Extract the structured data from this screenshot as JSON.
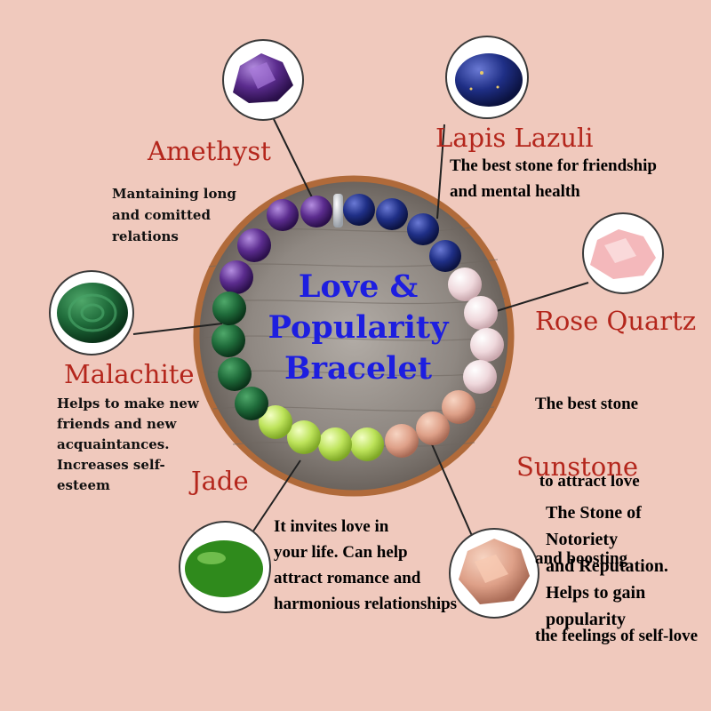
{
  "title": {
    "lines": [
      "Love &",
      "Popularity",
      "Bracelet"
    ]
  },
  "stones": {
    "amethyst": {
      "name": "Amethyst",
      "lines": [
        "Mantaining long",
        "and comitted",
        "relations"
      ]
    },
    "lapis": {
      "name": "Lapis Lazuli",
      "lines": [
        "The best stone for friendship",
        "and mental health"
      ]
    },
    "rose": {
      "name": "Rose Quartz",
      "lines": [
        "The best stone",
        " to attract love",
        "and boosting",
        "the feelings of self-love"
      ]
    },
    "malachite": {
      "name": "Malachite",
      "lines": [
        "Helps to make new",
        "friends and new",
        "acquaintances.",
        "Increases self-",
        "esteem"
      ]
    },
    "jade": {
      "name": "Jade",
      "lines": [
        "It invites love in",
        "your life. Can help",
        "attract romance and",
        "harmonious relationships"
      ]
    },
    "sunstone": {
      "name": "Sunstone",
      "lines": [
        "The Stone of",
        "Notoriety",
        "and Reputation.",
        "Helps to gain",
        "popularity"
      ]
    }
  },
  "colors": {
    "background": "#f0c9bd",
    "stone_name": "#b4261c",
    "title": "#1d1ee0",
    "amethyst": "#5b2c8e",
    "lapis": "#1f2f86",
    "rose_quartz": "#f1d7da",
    "sunstone": "#e0a48a",
    "jade": "#bde35a",
    "malachite": "#1f6b3a"
  }
}
